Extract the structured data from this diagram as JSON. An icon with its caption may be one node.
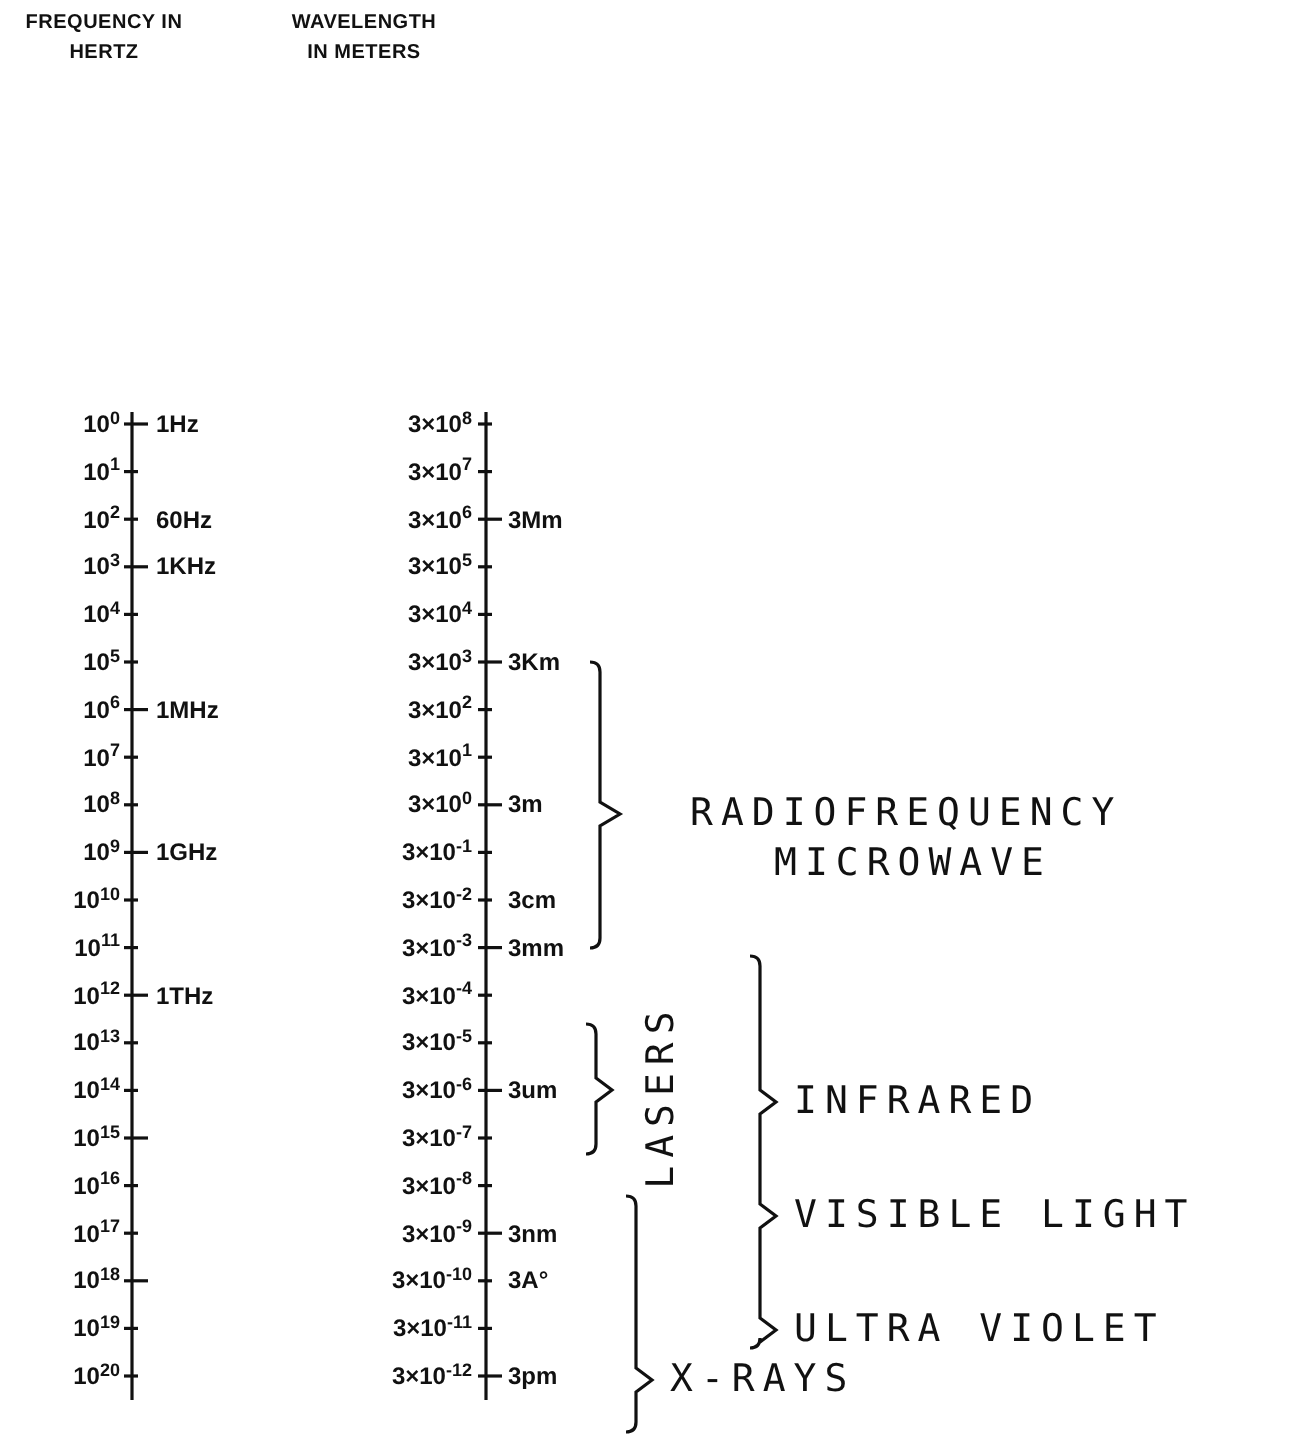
{
  "diagram": {
    "labels": [
      "FREQUENCY IN HERTZ",
      "WAVELENGTH IN METERS",
      "10$^{0}$",
      "1Hz",
      "3×10$^{8}$",
      "10$^{1}$",
      "3×10$^{7}$",
      "10$^{2}$",
      "60Hz",
      "3×10$^{6}$",
      "3Mm",
      "10$^{3}$",
      "1KHz",
      "3×10$^{5}$",
      "10$^{4}$",
      "3×10$^{4}$",
      "10$^{5}$",
      "3×10$^{3}$",
      "3Km",
      "10$^{6}$",
      "1MHz",
      "3×10$^{2}$",
      "10$^{7}$",
      "3×10$^{1}$",
      "10$^{8}$",
      "3×10$^{0}$",
      "3m",
      "RADIOFREQUENCY",
      "10$^{9}$",
      "1GHz",
      "3×10$^{-1}$",
      "MICROWAVE",
      "10$^{10}$",
      "3×10$^{-2}$",
      "3cm",
      "10$^{11}$",
      "3×10$^{-3}$",
      "3mm",
      "10$^{12}$",
      "1THz",
      "3×10$^{-4}$",
      "10$^{13}$",
      "3×10$^{-5}$",
      "10$^{14}$",
      "3×10$^{-6}$",
      "3um",
      "LASERS",
      "INFRARED",
      "10$^{15}$",
      "3×10$^{-7}$",
      "VISIBLE LIGHT",
      "10$^{16}$",
      "3×10$^{-8}$",
      "10$^{17}$",
      "3×10$^{-9}$",
      "3nm",
      "ULTRA VIOLET",
      "10$^{18}$",
      "3×10$^{-10}$",
      "3A°",
      "10$^{19}$",
      "3×10$^{-11}$",
      "10$^{20}$",
      "3×10$^{-12}$",
      "3pm",
      "X-RAYS"
    ]
  }
}
